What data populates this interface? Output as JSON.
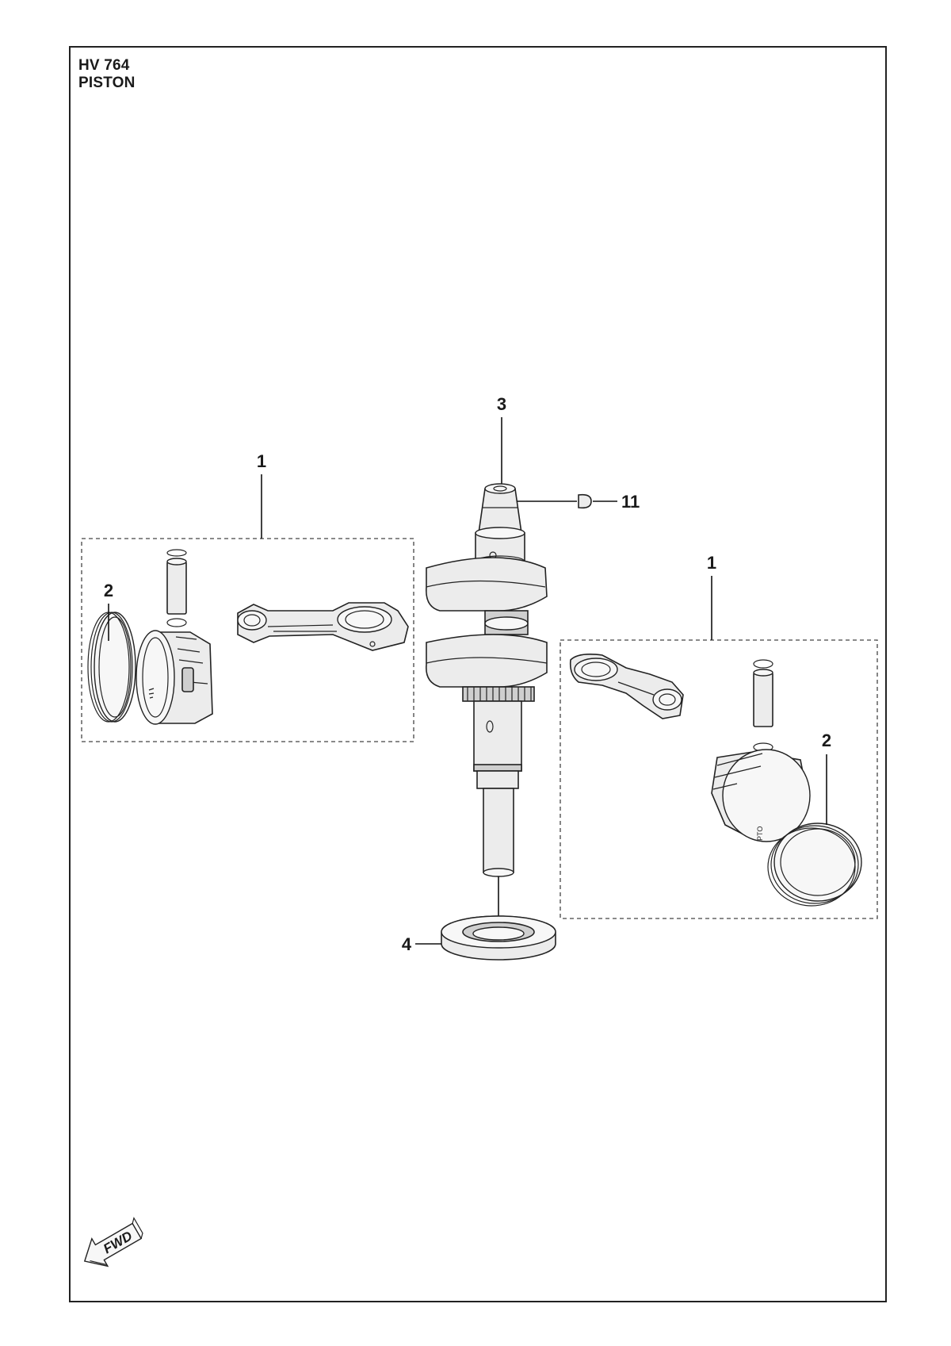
{
  "header": {
    "model": "HV 764",
    "section": "PISTON"
  },
  "callouts": {
    "kit_left": "1",
    "rings_left": "2",
    "crankshaft": "3",
    "key": "11",
    "kit_right": "1",
    "rings_right": "2",
    "seal": "4"
  },
  "markings": {
    "piston_text": "PTO"
  },
  "orientation": {
    "label": "FWD",
    "icon": "forward-arrow-icon"
  },
  "colors": {
    "line": "#222222",
    "fill": "#ececec",
    "background": "#ffffff"
  }
}
